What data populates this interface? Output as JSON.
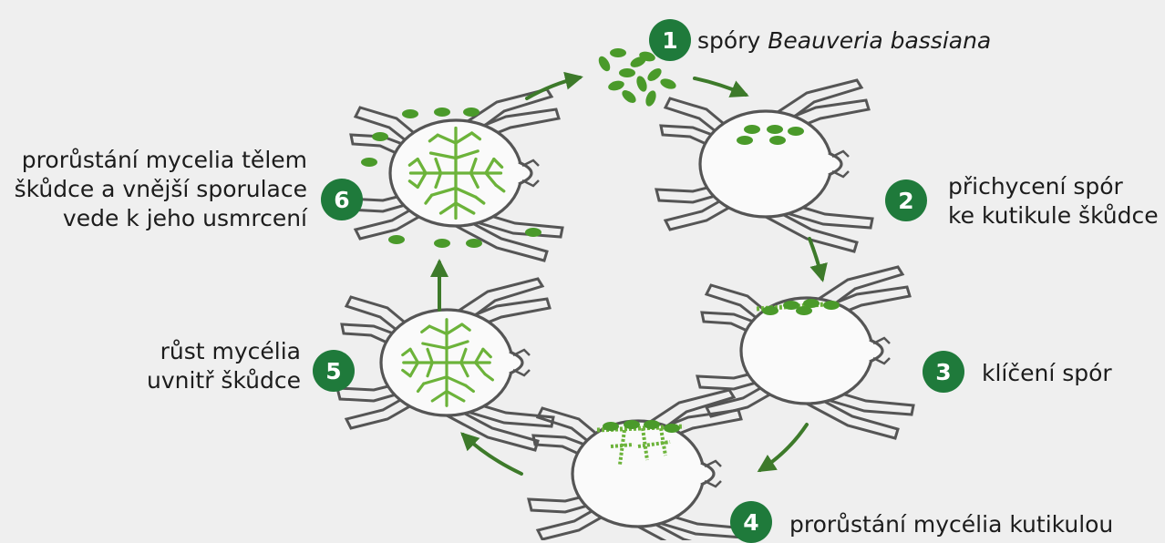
{
  "steps": [
    {
      "number": "1",
      "text": "spóry ",
      "italic": "Beauveria bassiana"
    },
    {
      "number": "2",
      "line1": "přichycení spór",
      "line2": "ke kutikule škůdce"
    },
    {
      "number": "3",
      "text": "klíčení spór"
    },
    {
      "number": "4",
      "text": "prorůstání mycélia kutikulou"
    },
    {
      "number": "5",
      "line1": "růst mycélia",
      "line2": "uvnitř škůdce"
    },
    {
      "number": "6",
      "line1": "prorůstání mycelia tělem",
      "line2": "škůdce a vnější sporulace",
      "line3": "vede k jeho usmrcení"
    }
  ],
  "colors": {
    "badge": "#1f7a3b",
    "arrow": "#3d7a2a",
    "spore": "#4a9a2a",
    "mycelium": "#6cb33a",
    "outline": "#555555",
    "body": "#fafafa"
  }
}
